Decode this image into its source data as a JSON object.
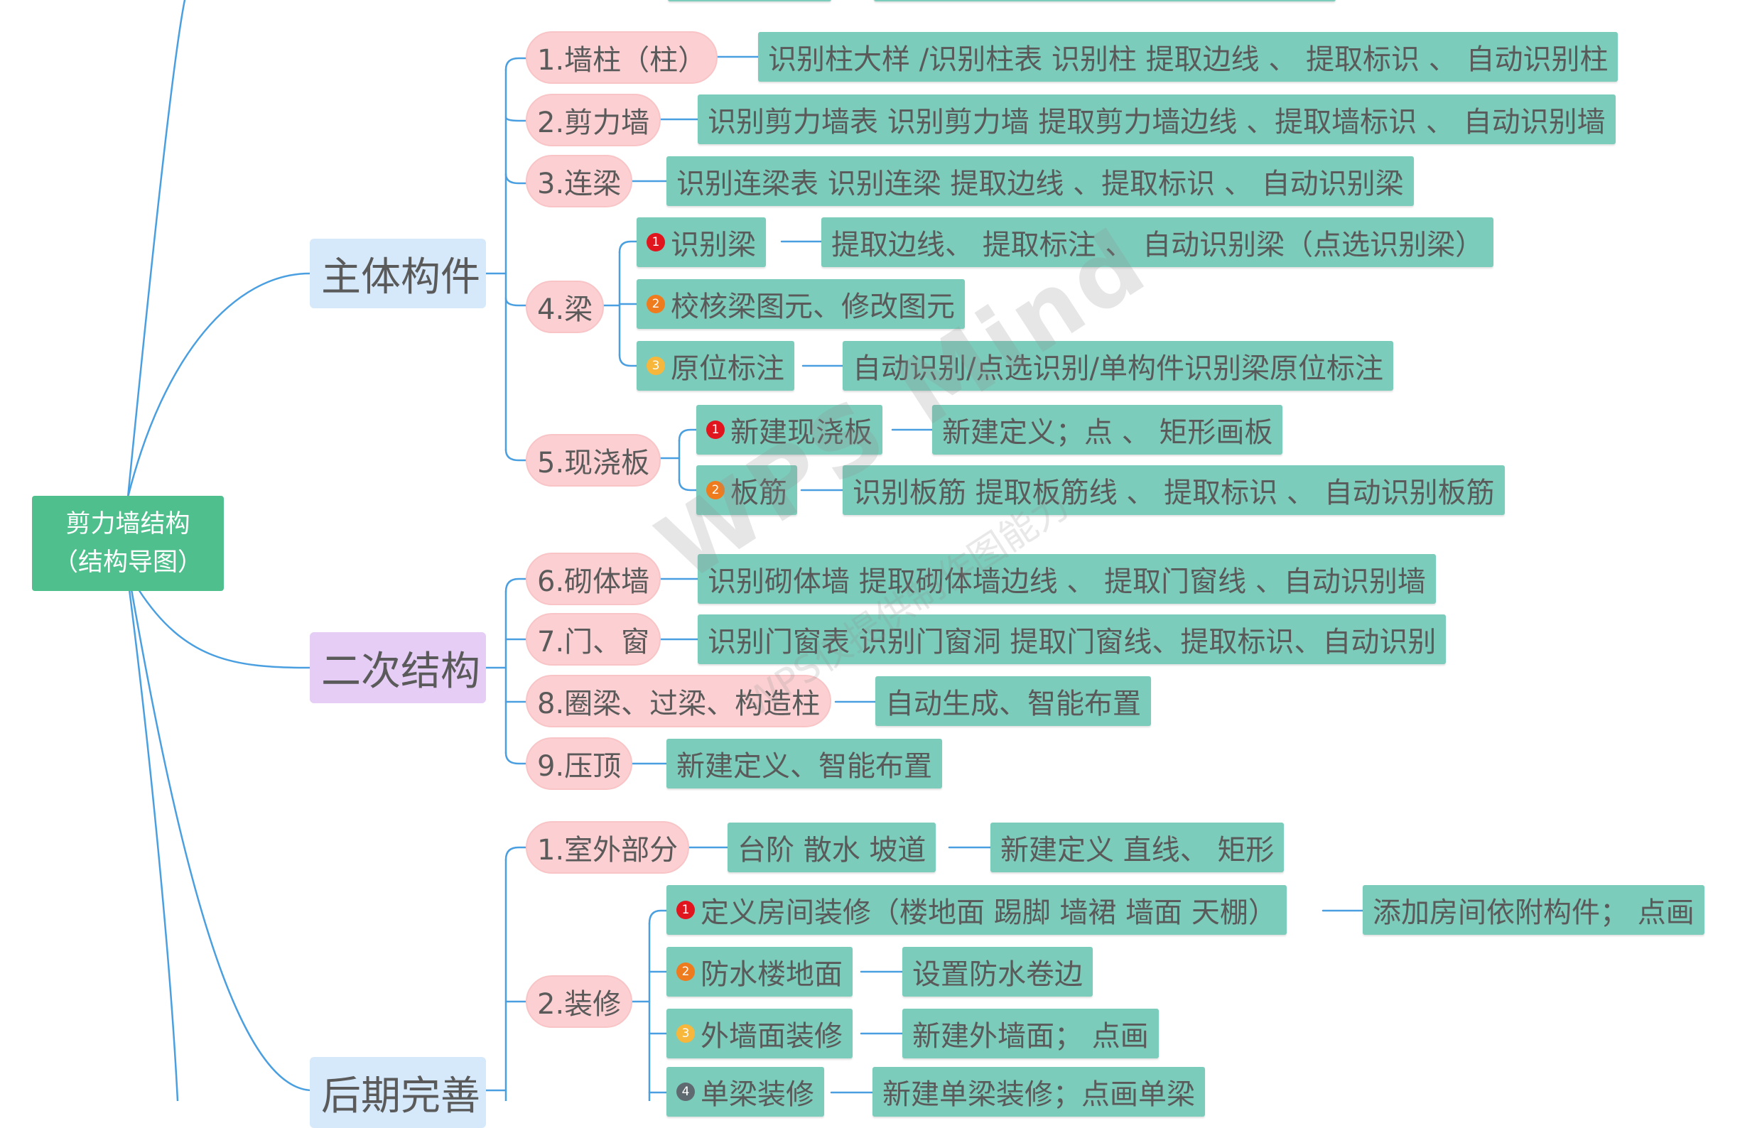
{
  "root": {
    "line1": "剪力墙结构",
    "line2": "（结构导图）"
  },
  "branches": [
    {
      "label": "主体构件"
    },
    {
      "label": "二次结构"
    },
    {
      "label": "后期完善"
    }
  ],
  "items": {
    "wall_column": {
      "label": "1.墙柱（柱）",
      "detail": "识别柱大样 /识别柱表 识别柱 提取边线 、 提取标识 、 自动识别柱"
    },
    "shear_wall": {
      "label": "2.剪力墙",
      "detail": "识别剪力墙表 识别剪力墙 提取剪力墙边线 、提取墙标识 、 自动识别墙"
    },
    "coupling_beam": {
      "label": "3.连梁",
      "detail": "识别连梁表 识别连梁 提取边线 、提取标识 、 自动识别梁"
    },
    "beam": {
      "label": "4.梁",
      "subs": [
        {
          "badge": "1",
          "label": "识别梁",
          "detail": "提取边线、 提取标注 、 自动识别梁（点选识别梁）"
        },
        {
          "badge": "2",
          "label": "校核梁图元、修改图元"
        },
        {
          "badge": "3",
          "label": "原位标注",
          "detail": "自动识别/点选识别/单构件识别梁原位标注"
        }
      ]
    },
    "slab": {
      "label": "5.现浇板",
      "subs": [
        {
          "badge": "1",
          "label": "新建现浇板",
          "detail": "新建定义；点 、 矩形画板"
        },
        {
          "badge": "2",
          "label": "板筋",
          "detail": "识别板筋 提取板筋线 、 提取标识 、 自动识别板筋"
        }
      ]
    },
    "masonry": {
      "label": "6.砌体墙",
      "detail": "识别砌体墙 提取砌体墙边线 、 提取门窗线 、自动识别墙"
    },
    "door_window": {
      "label": "7.门、窗",
      "detail": "识别门窗表 识别门窗洞 提取门窗线、提取标识、自动识别"
    },
    "ring_beam": {
      "label": "8.圈梁、过梁、构造柱",
      "detail": "自动生成、智能布置"
    },
    "coping": {
      "label": "9.压顶",
      "detail": "新建定义、智能布置"
    },
    "outdoor": {
      "label": "1.室外部分",
      "detail": "台阶 散水 坡道",
      "detail2": "新建定义 直线、 矩形"
    },
    "decoration": {
      "label": "2.装修",
      "subs": [
        {
          "badge": "1",
          "label": "定义房间装修（楼地面 踢脚 墙裙 墙面 天棚）",
          "detail": "添加房间依附构件； 点画"
        },
        {
          "badge": "2",
          "label": "防水楼地面",
          "detail": "设置防水卷边"
        },
        {
          "badge": "3",
          "label": "外墙面装修",
          "detail": "新建外墙面； 点画"
        },
        {
          "badge": "4",
          "label": "单梁装修",
          "detail": "新建单梁装修；点画单梁"
        }
      ]
    }
  },
  "watermark": {
    "text": "WPS Mind",
    "subtext": "WPS仅提供制作图能力"
  },
  "colors": {
    "root": "#4fc08d",
    "pill": "#fcd0d2",
    "leaf": "#7cccbb",
    "main_blue": "#d6e9fb",
    "main_purple": "#e5cdf6",
    "line": "#4a9fe0",
    "badge1": "#e0151e",
    "badge2": "#ef7b1f",
    "badge3": "#f6b73c",
    "badge4": "#5f6a70"
  }
}
